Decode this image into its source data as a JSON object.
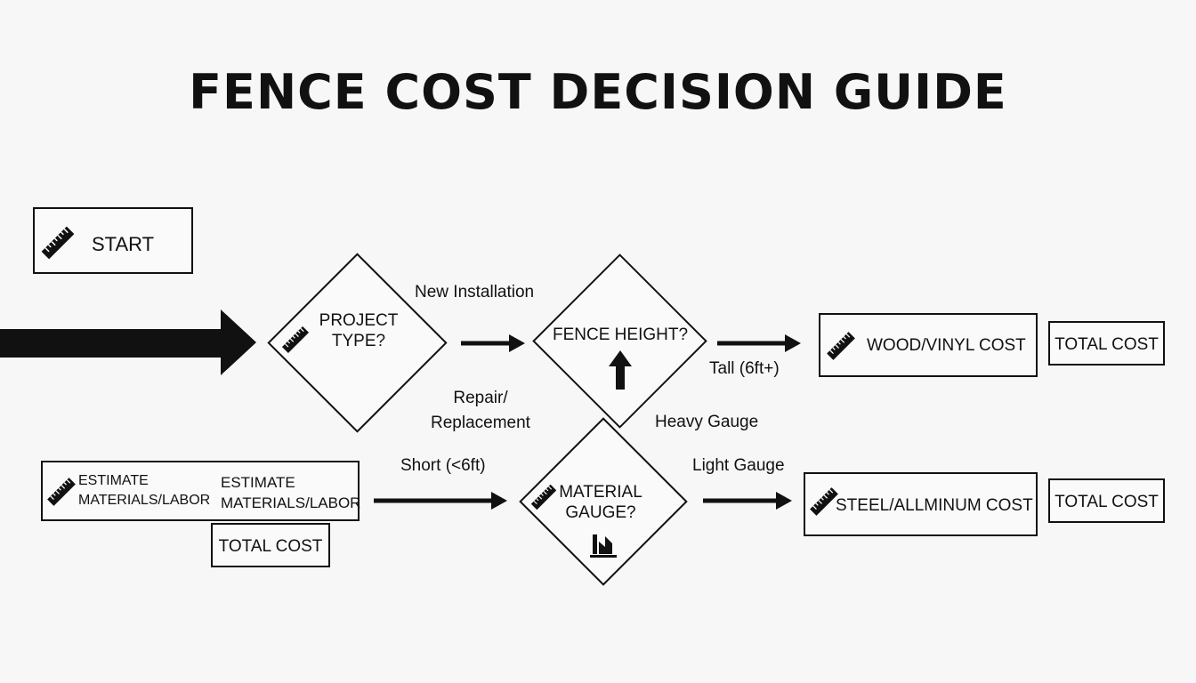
{
  "title": "FENCE COST DECISION GUIDE",
  "nodes": {
    "start": "START",
    "project_type": {
      "line1": "PROJECT",
      "line2": "TYPE?"
    },
    "fence_height": "FENCE HEIGHT?",
    "material_gauge": {
      "line1": "MATERIAL",
      "line2": "GAUGE?"
    },
    "wood_vinyl_cost": "WOOD/VINYL COST",
    "total_cost_top": "TOTAL COST",
    "estimate_left": {
      "line1": "ESTIMATE",
      "line2": "MATERIALS/LABOR"
    },
    "estimate_right": {
      "line1": "ESTIMATE",
      "line2": "MATERIALS/LABOR"
    },
    "total_cost_left": "TOTAL COST",
    "steel_aluminum_cost": "STEEL/ALLMINUM COST",
    "total_cost_bottom": "TOTAL COST"
  },
  "edge_labels": {
    "new_installation": "New Installation",
    "repair_line1": "Repair/",
    "repair_line2": "Replacement",
    "tall": "Tall (6ft+)",
    "short": "Short (<6ft)",
    "heavy_gauge": "Heavy Gauge",
    "light_gauge": "Light Gauge"
  },
  "icons": [
    "ruler-icon",
    "arrow-up-icon",
    "factory-icon"
  ],
  "colors": {
    "line": "#111111",
    "background": "#f7f7f7"
  }
}
